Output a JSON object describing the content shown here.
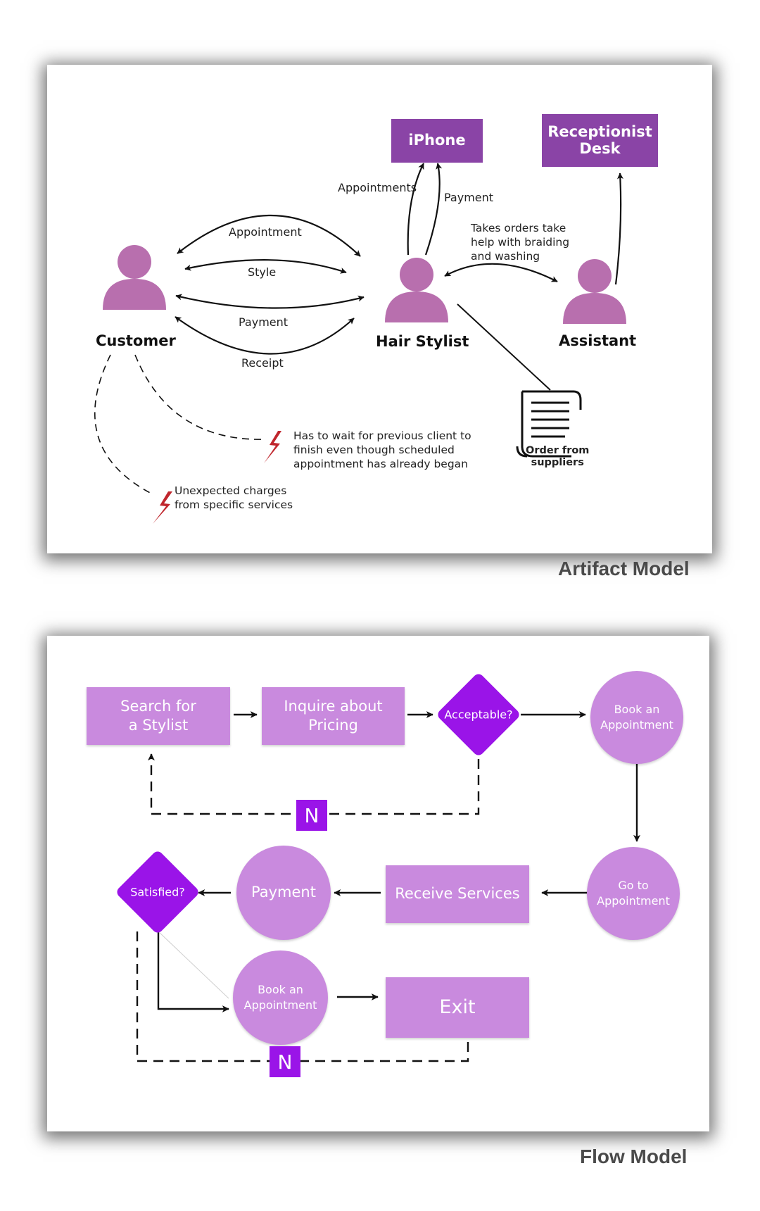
{
  "colors": {
    "accent_purple": "#8a44a6",
    "person_pink": "#b86fae",
    "node_lilac": "#c98ade",
    "decision_violet": "#9a14e8",
    "warning_red": "#c0262d"
  },
  "artifact_model": {
    "title": "Artifact Model",
    "actors": {
      "customer": "Customer",
      "hair_stylist": "Hair Stylist",
      "assistant": "Assistant"
    },
    "artifacts": {
      "iphone": "iPhone",
      "receptionist_desk": "Receptionist\nDesk",
      "order": "Order from\nsuppliers"
    },
    "icons": {
      "person": "person-icon",
      "scroll": "scroll-icon",
      "warning": "lightning-bolt-icon"
    },
    "flow_labels": {
      "appointment": "Appointment",
      "style": "Style",
      "payment": "Payment",
      "receipt": "Receipt",
      "appointments": "Appointments",
      "payment_iphone": "Payment",
      "assistant_tasks": "Takes orders take\nhelp with braiding\nand washing"
    },
    "breakdowns": {
      "wait": "Has to wait for previous client to\nfinish even though scheduled\nappointment has already began",
      "charges": "Unexpected charges\nfrom specific services"
    }
  },
  "flow_model": {
    "title": "Flow Model",
    "nodes": {
      "search": "Search for\na Stylist",
      "inquire": "Inquire about\nPricing",
      "acceptable": "Acceptable?",
      "book_top": "Book an\nAppointment",
      "go_to": "Go to\nAppointment",
      "receive": "Receive Services",
      "payment": "Payment",
      "satisfied": "Satisfied?",
      "book_bottom": "Book an\nAppointment",
      "exit": "Exit"
    },
    "no_label_top": "N",
    "no_label_bottom": "N"
  }
}
